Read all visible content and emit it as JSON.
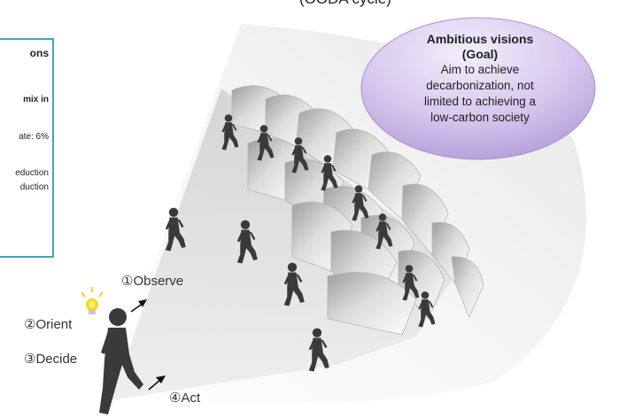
{
  "cycle_title": "(OODA cycle)",
  "left_box": {
    "heading": "ons",
    "line1": "mix in",
    "line2": "ate: 6%",
    "line3": "eduction",
    "line4": "duction"
  },
  "goal": {
    "title_line1": "Ambitious visions",
    "title_line2": "(Goal)",
    "desc_line1": "Aim to achieve",
    "desc_line2": "decarbonization, not",
    "desc_line3": "limited to achieving a",
    "desc_line4": "low-carbon society"
  },
  "steps": {
    "observe": "①Observe",
    "orient": "②Orient",
    "decide": "③Decide",
    "act": "④Act"
  },
  "colors": {
    "box_border": "#3ea3c8",
    "goal_bubble_top": "#f2ecfa",
    "goal_bubble_bottom": "#b8a2dc",
    "figure": "#3a3a3a",
    "bulb": "#f7e14a"
  },
  "icons": [
    "lightbulb-icon",
    "arrow-observe-icon",
    "arrow-act-icon"
  ]
}
